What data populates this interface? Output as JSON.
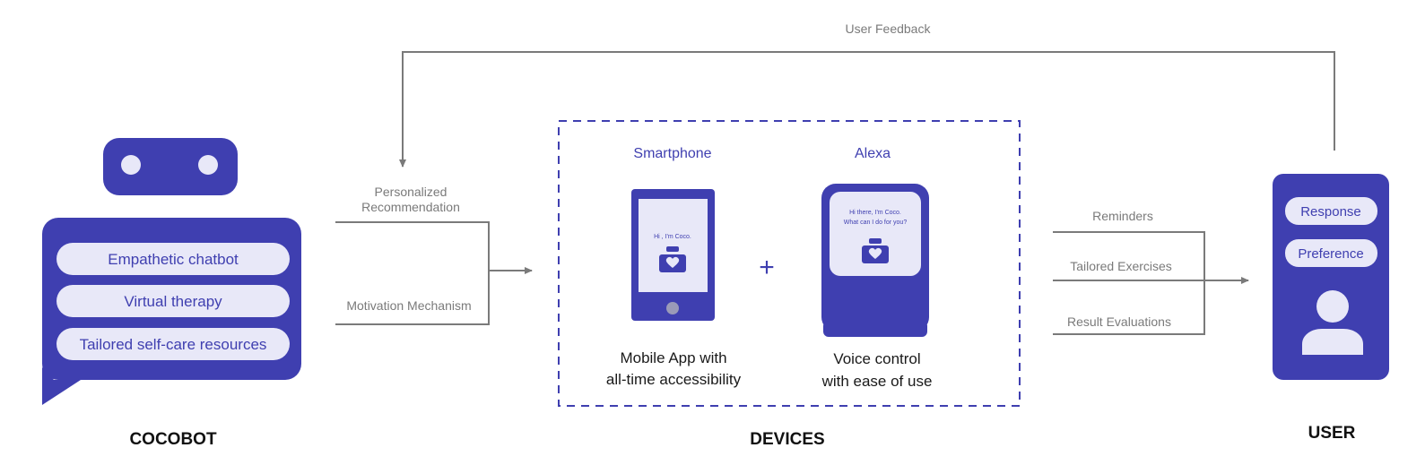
{
  "feedback_label": "User Feedback",
  "cocobot": {
    "features": [
      "Empathetic chatbot",
      "Virtual therapy",
      "Tailored self-care resources"
    ],
    "caption": "COCOBOT"
  },
  "inputs": {
    "line1": "Personalized",
    "line2": "Recommendation",
    "motivation": "Motivation Mechanism"
  },
  "devices": {
    "caption": "DEVICES",
    "plus": "+",
    "smartphone": {
      "title": "Smartphone",
      "screen_text": "Hi , I'm Coco.",
      "caption_line1": "Mobile App with",
      "caption_line2": "all-time accessibility"
    },
    "alexa": {
      "title": "Alexa",
      "screen_line1": "Hi there, I'm Coco.",
      "screen_line2": "What can I do for you?",
      "caption_line1": "Voice control",
      "caption_line2": "with ease of use"
    }
  },
  "outputs": [
    "Reminders",
    "Tailored Exercises",
    "Result Evaluations"
  ],
  "user": {
    "caption": "USER",
    "items": [
      "Response",
      "Preference"
    ]
  },
  "colors": {
    "primary": "#3f3fb0",
    "pill": "#e8e8f8",
    "line": "#7a7a7a"
  }
}
